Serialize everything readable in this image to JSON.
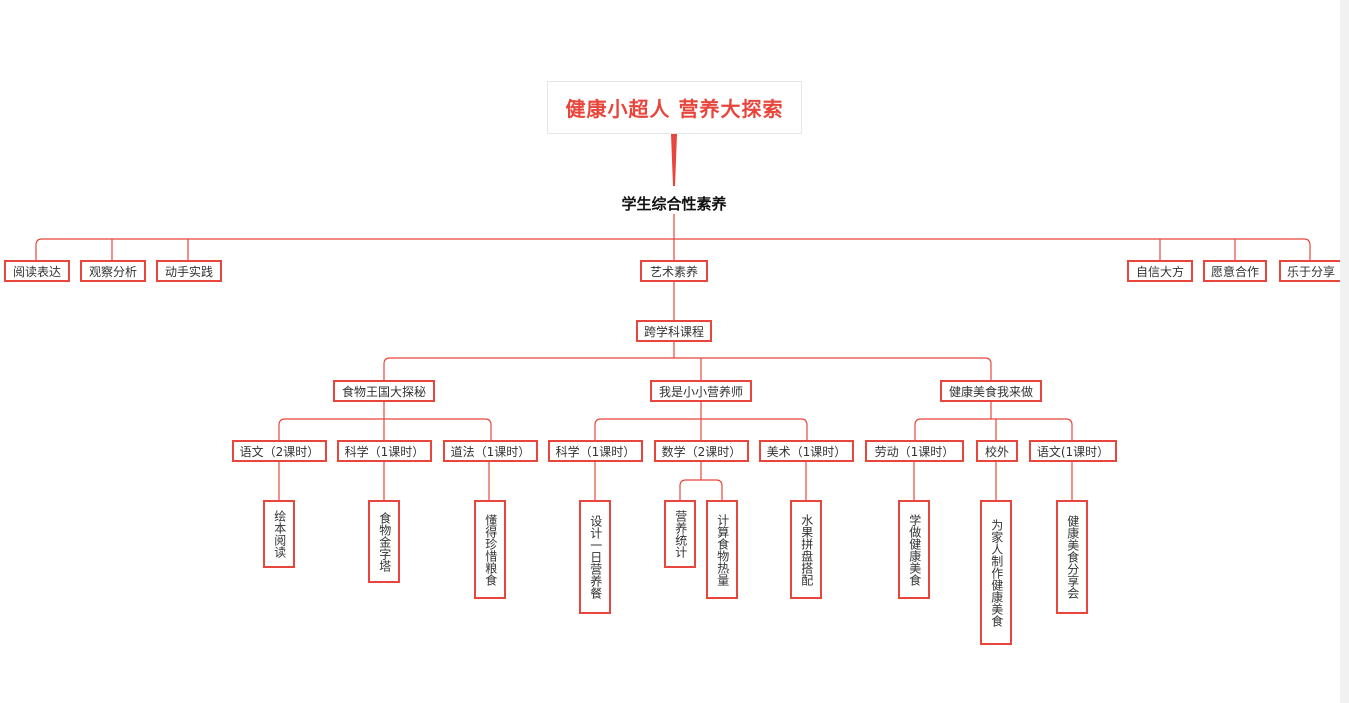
{
  "title": "健康小超人  营养大探索",
  "subtitle": "学生综合性素养",
  "competencies": {
    "reading": "阅读表达",
    "observe": "观察分析",
    "hands_on": "动手实践",
    "art": "艺术素养",
    "confidence": "自信大方",
    "cooperate": "愿意合作",
    "share": "乐于分享"
  },
  "cross_course": "跨学科课程",
  "themes": {
    "food_kingdom": "食物王国大探秘",
    "nutritionist": "我是小小营养师",
    "healthy_food": "健康美食我来做"
  },
  "subjects": {
    "chinese2": "语文（2课时）",
    "science1a": "科学（1课时）",
    "morality": "道法（1课时）",
    "science1b": "科学（1课时）",
    "math2": "数学（2课时）",
    "art1": "美术（1课时）",
    "labor1": "劳动（1课时）",
    "outside": "校外",
    "chinese1": "语文(1课时）"
  },
  "activities": {
    "picture_book": "绘本阅读",
    "food_pyramid": "食物金字塔",
    "cherish_food": "懂得珍惜粮食",
    "design_meal": "设计一日营养餐",
    "nutrition_stats": "营养统计",
    "calc_calories": "计算食物热量",
    "fruit_plate": "水果拼盘搭配",
    "learn_cook": "学做健康美食",
    "cook_family": "为家人制作健康美食",
    "food_share": "健康美食分享会"
  },
  "colors": {
    "accent": "#e8453c",
    "line": "#e8453c"
  }
}
